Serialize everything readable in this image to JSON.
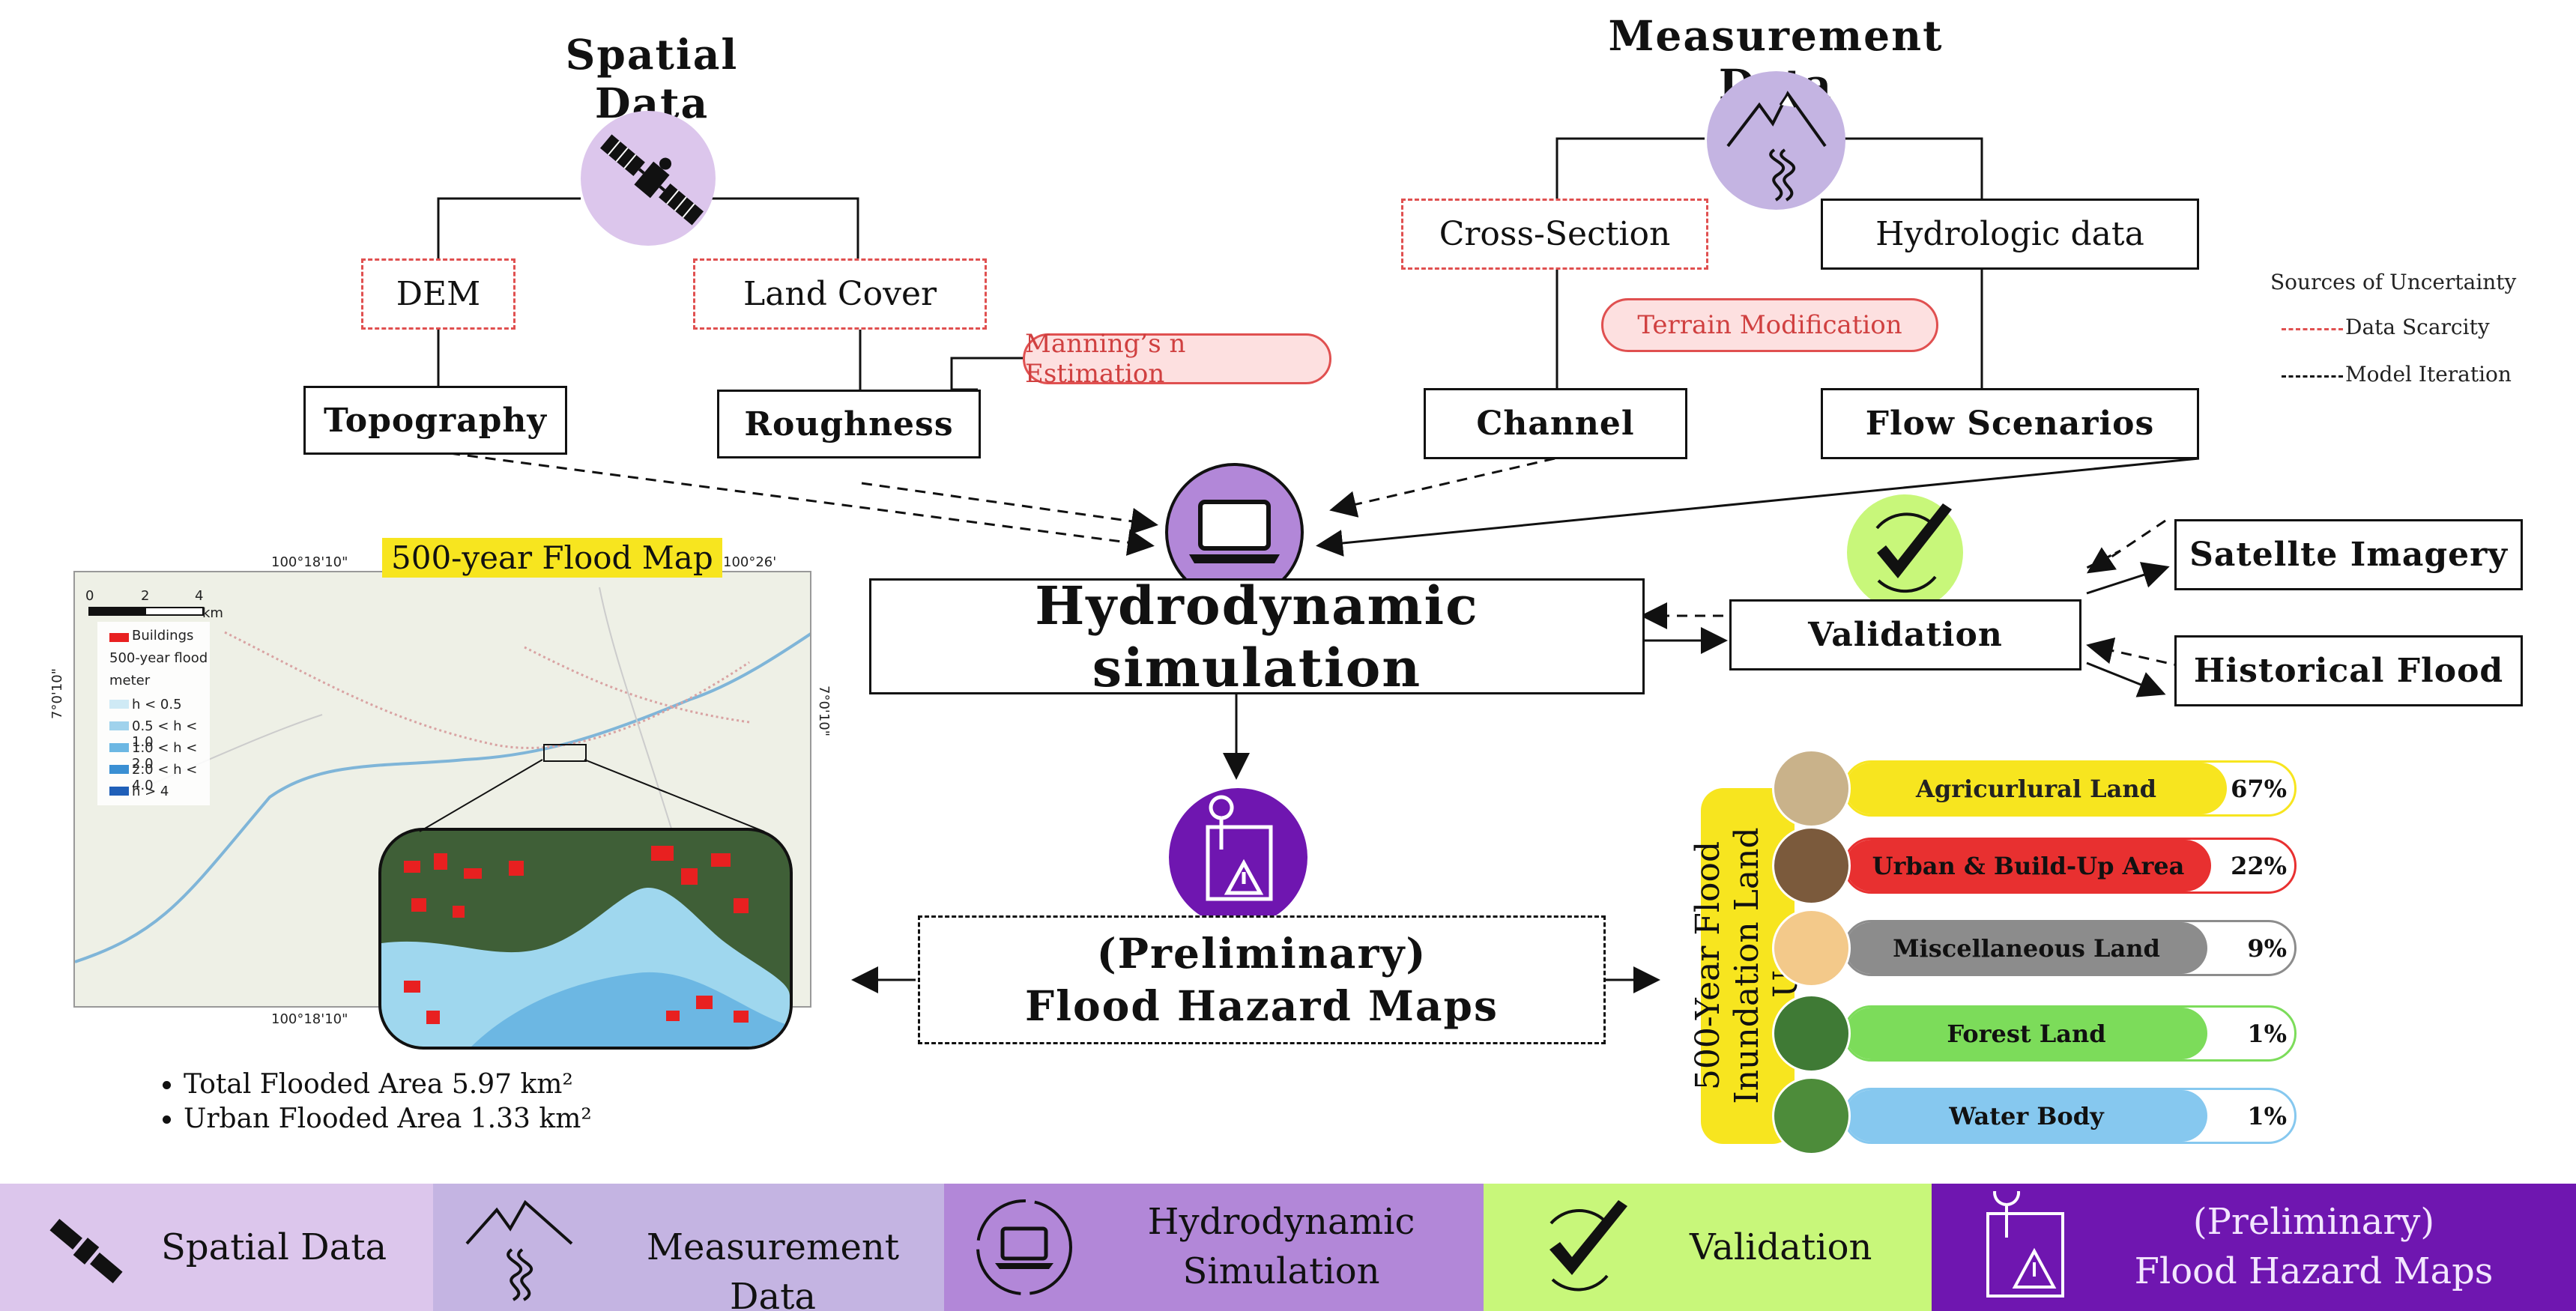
{
  "spatial": {
    "title": "Spatial Data",
    "dem": "DEM",
    "land_cover": "Land Cover",
    "topography": "Topography",
    "roughness": "Roughness",
    "mannings": "Manning’s n Estimation"
  },
  "measurement": {
    "title": "Measurement Data",
    "cross_section": "Cross-Section",
    "hydrologic": "Hydrologic data",
    "terrain": "Terrain Modification",
    "channel": "Channel",
    "flow": "Flow Scenarios"
  },
  "uncertainty": {
    "title": "Sources of Uncertainty",
    "data_scarcity": "Data Scarcity",
    "model_iteration": "Model Iteration",
    "data_scarcity_color": "#e05050",
    "model_iteration_color": "#111111"
  },
  "core": {
    "simulation": "Hydrodynamic simulation",
    "validation": "Validation",
    "satellite": "Satellte Imagery",
    "historical": "Historical Flood",
    "prelim_line1": "(Preliminary)",
    "prelim_line2": "Flood Hazard Maps"
  },
  "map": {
    "title": "500-year Flood Map",
    "coord_top_left": "100°18'10\"",
    "coord_top_right": "100°26'",
    "coord_bottom": "100°18'10\"",
    "coord_left": "7°0'10\"",
    "coord_right": "7°0'10\"",
    "scale_0": "0",
    "scale_2": "2",
    "scale_4": "4",
    "scale_unit": "km",
    "legend_buildings": "Buildings",
    "legend_flood_title": "500-year flood",
    "legend_meter": "meter",
    "legend_classes": [
      "h < 0.5",
      "0.5 < h < 1.0",
      "1.0 < h < 2.0",
      "2.0 < h < 4.0",
      "h > 4"
    ],
    "legend_colors": [
      "#cfeaf5",
      "#9fd2ec",
      "#6cb7e3",
      "#3a8fd3",
      "#1f5fb8"
    ],
    "bullets": [
      "Total Flooded Area 5.97 km²",
      "Urban Flooded Area 1.33 km²"
    ]
  },
  "landuse": {
    "axis_line1": "500-Year Flood",
    "axis_line2": "Inundation Land Use",
    "items": [
      {
        "label": "Agricurlural Land",
        "pct": "67%",
        "value": 67,
        "color": "#f7e51f",
        "border": "#f7e51f",
        "text": "#222"
      },
      {
        "label": "Urban & Build-Up Area",
        "pct": "22%",
        "value": 22,
        "color": "#e83030",
        "border": "#e83030",
        "text": "#111"
      },
      {
        "label": "Miscellaneous Land",
        "pct": "9%",
        "value": 9,
        "color": "#8c8c8c",
        "border": "#8c8c8c",
        "text": "#111"
      },
      {
        "label": "Forest Land",
        "pct": "1%",
        "value": 1,
        "color": "#7cdc5a",
        "border": "#7cdc5a",
        "text": "#111"
      },
      {
        "label": "Water Body",
        "pct": "1%",
        "value": 1,
        "color": "#86c8ef",
        "border": "#86c8ef",
        "text": "#111"
      }
    ]
  },
  "footer": {
    "spatial": "Spatial Data",
    "measurement": "Measurement Data",
    "sim_line1": "Hydrodynamic",
    "sim_line2": "Simulation",
    "validation": "Validation",
    "prelim_line1": "(Preliminary)",
    "prelim_line2": "Flood Hazard Maps",
    "colors": [
      "#dcc6ec",
      "#c4b4e2",
      "#b287d8",
      "#c8f77a",
      "#6f16b0"
    ]
  },
  "icons": [
    "satellite-icon",
    "mountain-river-icon",
    "laptop-icon",
    "checkmark-icon",
    "hazard-map-icon"
  ]
}
